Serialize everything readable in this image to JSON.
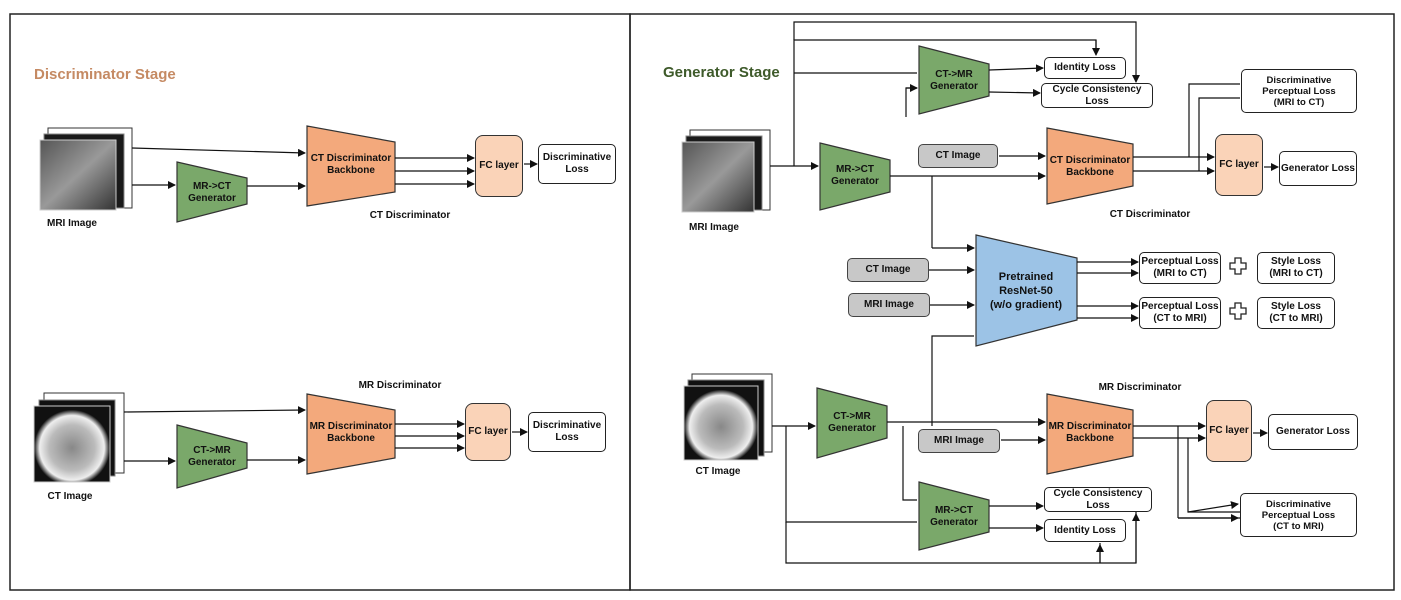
{
  "left_panel": {
    "stage_title": "Discriminator Stage",
    "top": {
      "input_label": "MRI Image",
      "generator": "MR->CT\nGenerator",
      "backbone": "CT Discriminator\nBackbone",
      "fc": "FC layer",
      "loss": "Discriminative\nLoss",
      "group": "CT Discriminator"
    },
    "bottom": {
      "input_label": "CT Image",
      "generator": "CT->MR\nGenerator",
      "backbone": "MR Discriminator\nBackbone",
      "fc": "FC layer",
      "loss": "Discriminative\nLoss",
      "group": "MR Discriminator"
    }
  },
  "right_panel": {
    "stage_title": "Generator Stage",
    "mri_input": "MRI Image",
    "ct_input": "CT Image",
    "gen_ct_mr_top": "CT->MR\nGenerator",
    "gen_mr_ct_top": "MR->CT\nGenerator",
    "identity_loss_top": "Identity Loss",
    "cycle_loss_top": "Cycle Consistency Loss",
    "disc_perc_top": "Discriminative\nPerceptual Loss\n(MRI to CT)",
    "ct_image_gray": "CT Image",
    "ct_backbone": "CT Discriminator\nBackbone",
    "ct_fc": "FC layer",
    "gen_loss_top": "Generator Loss",
    "ct_group": "CT Discriminator",
    "resnet": "Pretrained\nResNet-50\n(w/o gradient)",
    "ct_image_gray2": "CT Image",
    "mri_image_gray": "MRI Image",
    "perc_loss_1": "Perceptual Loss\n(MRI to CT)",
    "style_loss_1": "Style Loss\n(MRI to CT)",
    "perc_loss_2": "Perceptual Loss\n(CT to MRI)",
    "style_loss_2": "Style Loss\n(CT to MRI)",
    "gen_ct_mr_bottom": "CT->MR\nGenerator",
    "mr_group": "MR Discriminator",
    "mri_image_gray2": "MRI Image",
    "mr_backbone": "MR Discriminator\nBackbone",
    "mr_fc": "FC layer",
    "gen_loss_bottom": "Generator Loss",
    "gen_mr_ct_bottom": "MR->CT\nGenerator",
    "cycle_loss_bottom": "Cycle Consistency Loss",
    "identity_loss_bottom": "Identity Loss",
    "disc_perc_bottom": "Discriminative\nPerceptual Loss\n(CT to MRI)"
  },
  "colors": {
    "stage_left": "#c58a63",
    "stage_right": "#3e5a2a",
    "generator": "#7aa86a",
    "backbone": "#f3a97c",
    "resnet": "#9cc3e6",
    "disc_group": "#fad1b4"
  }
}
